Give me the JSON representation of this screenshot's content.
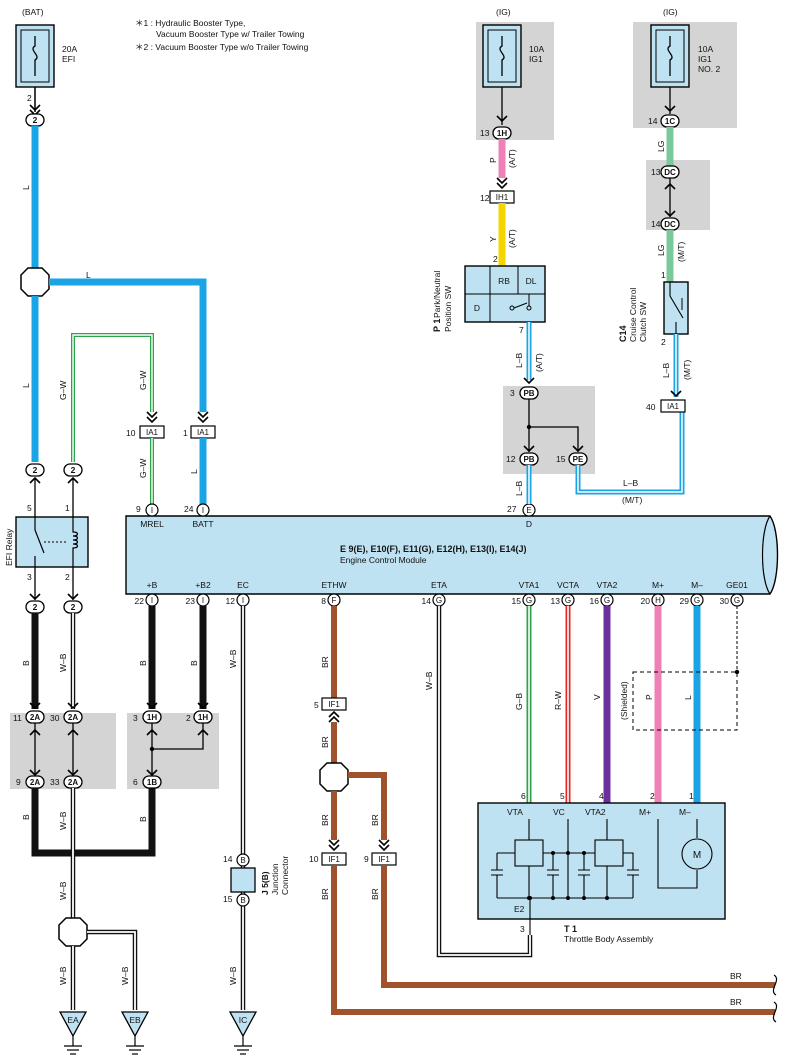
{
  "notes": {
    "n1a": "＊1 : Hydraulic Booster Type,",
    "n1b": "Vacuum Booster Type w/ Trailer Towing",
    "n2": "＊2 : Vacuum Booster Type w/o Trailer Towing"
  },
  "fuses": {
    "efi": {
      "source": "(BAT)",
      "rating": "20A",
      "name": "EFI"
    },
    "ig1": {
      "source": "(IG)",
      "rating": "10A",
      "name": "IG1"
    },
    "ig1no2": {
      "source": "(IG)",
      "rating": "10A",
      "name1": "IG1",
      "name2": "NO. 2"
    }
  },
  "ecm": {
    "title": "E 9(E), E10(F), E11(G), E12(H), E13(I), E14(J)",
    "subtitle": "Engine Control Module",
    "top_pins": [
      {
        "num": "9",
        "conn": "I",
        "label": "MREL"
      },
      {
        "num": "24",
        "conn": "I",
        "label": "BATT"
      },
      {
        "num": "27",
        "conn": "E",
        "label": "D"
      }
    ],
    "bottom_pins": [
      {
        "num": "22",
        "conn": "I",
        "label": "+B"
      },
      {
        "num": "23",
        "conn": "I",
        "label": "+B2"
      },
      {
        "num": "12",
        "conn": "I",
        "label": "EC"
      },
      {
        "num": "8",
        "conn": "F",
        "label": "ETHW"
      },
      {
        "num": "14",
        "conn": "G",
        "label": "ETA"
      },
      {
        "num": "15",
        "conn": "G",
        "label": "VTA1"
      },
      {
        "num": "13",
        "conn": "G",
        "label": "VCTA"
      },
      {
        "num": "16",
        "conn": "G",
        "label": "VTA2"
      },
      {
        "num": "20",
        "conn": "H",
        "label": "M+"
      },
      {
        "num": "29",
        "conn": "G",
        "label": "M–"
      },
      {
        "num": "30",
        "conn": "G",
        "label": "GE01"
      }
    ]
  },
  "relay": {
    "name": "EFI Relay",
    "pins": [
      "5",
      "1",
      "3",
      "2"
    ]
  },
  "park_sw": {
    "id": "P 1",
    "name1": "Park/Neutral",
    "name2": "Position SW",
    "cells": [
      "RB",
      "DL",
      "D"
    ],
    "pin_top": "2",
    "pin_bottom": "7"
  },
  "cruise_sw": {
    "id": "C14",
    "name1": "Cruise Control",
    "name2": "Clutch SW",
    "pin_top": "1",
    "pin_bottom": "2"
  },
  "throttle": {
    "id": "T 1",
    "name": "Throttle Body Assembly",
    "terms": [
      "VTA",
      "VC",
      "VTA2",
      "M+",
      "M–",
      "E2"
    ],
    "pins": [
      "6",
      "5",
      "4",
      "2",
      "1",
      "3"
    ],
    "motor": "M"
  },
  "junction": {
    "id": "J 5(B)",
    "name1": "Junction",
    "name2": "Connector",
    "pin_top": "14",
    "pin_bottom": "15",
    "conn": "B"
  },
  "grounds": [
    "EA",
    "EB",
    "IC"
  ],
  "shielded": "(Shielded)",
  "wires": {
    "L": "L",
    "GW": "G–W",
    "B": "B",
    "WB": "W–B",
    "BR": "BR",
    "P": "P",
    "Y": "Y",
    "LG": "LG",
    "LB": "L–B",
    "GB": "G–B",
    "RW": "R–W",
    "V": "V",
    "AT": "(A/T)",
    "MT": "(M/T)"
  },
  "connectors": {
    "c2": "2",
    "c1H": "1H",
    "c1C": "1C",
    "IH1": "IH1",
    "DC": "DC",
    "PB": "PB",
    "PE": "PE",
    "IA1": "IA1",
    "c2A": "2A",
    "c1B": "1B",
    "IF1": "IF1"
  },
  "pinnums": {
    "p2": "2",
    "p13": "13",
    "p14": "14",
    "p12": "12",
    "p3": "3",
    "p15": "15",
    "p40": "40",
    "p10": "10",
    "p1": "1",
    "p11": "11",
    "p30": "30",
    "p9": "9",
    "p33": "33",
    "p6": "6",
    "p5": "5"
  }
}
